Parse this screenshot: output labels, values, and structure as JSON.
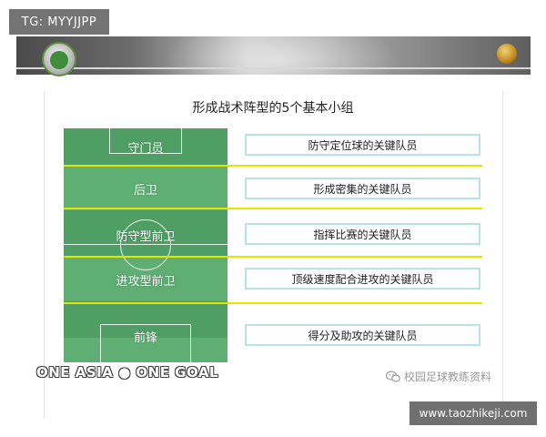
{
  "tg_badge": "TG: MYYJJPP",
  "slide": {
    "title": "形成战术阵型的5个基本小组",
    "groups": [
      {
        "position": "守门员",
        "role": "防守定位球的关键队员"
      },
      {
        "position": "后卫",
        "role": "形成密集的关键队员"
      },
      {
        "position": "防守型前卫",
        "role": "指挥比赛的关键队员"
      },
      {
        "position": "进攻型前卫",
        "role": "顶级速度配合进攻的关键队员"
      },
      {
        "position": "前锋",
        "role": "得分及助攻的关键队员"
      }
    ]
  },
  "slogan": "ONE ASIA ● ONE GOAL",
  "watermark": "校园足球教练资料",
  "site_badge": "www.taozhikeji.com",
  "colors": {
    "pitch_green": "#5fae74",
    "divider_yellow": "#e4e600",
    "box_border": "#b8e3e6"
  },
  "icons": [
    "afc-logo",
    "football-icon",
    "wechat-icon"
  ]
}
